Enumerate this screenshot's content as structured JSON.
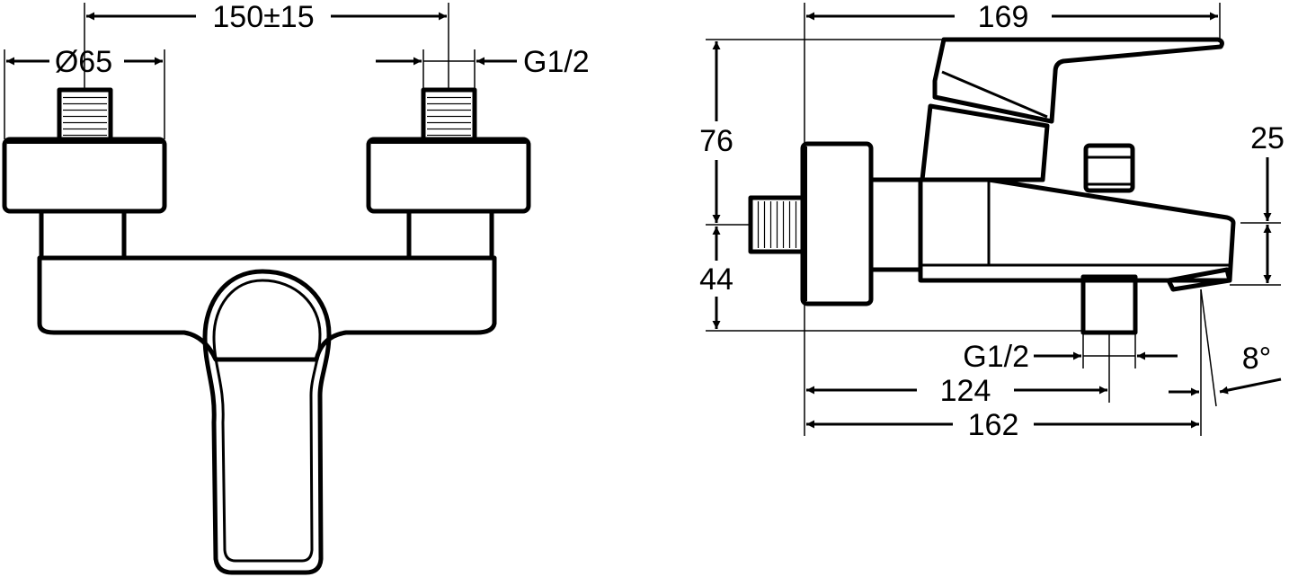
{
  "front_view": {
    "dim_spacing": "150±15",
    "dim_diameter": "Ø65",
    "dim_connection": "G1/2"
  },
  "side_view": {
    "dim_depth_total": "169",
    "dim_height_upper": "76",
    "dim_height_lower": "44",
    "dim_spout_height": "25",
    "dim_outlet_connection": "G1/2",
    "dim_outlet_distance": "124",
    "dim_spout_projection": "162",
    "dim_spout_angle": "8°"
  }
}
